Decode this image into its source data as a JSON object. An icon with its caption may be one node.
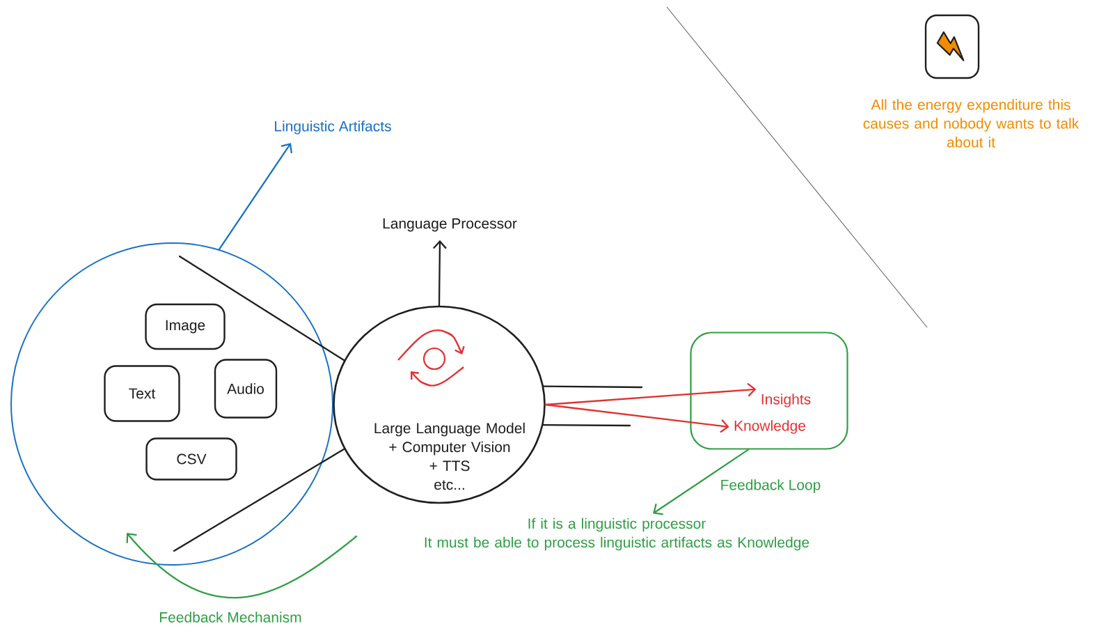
{
  "diagram": {
    "nodes": [
      {
        "text": [],
        "shape": "box",
        "beside": [
          "All the energy expenditure this causes and nobody wants to talk about it"
        ]
      },
      {
        "text": [
          "Linguistic Artifacts"
        ]
      },
      {
        "text": [
          "Language Processor"
        ]
      },
      {
        "text": [],
        "shape": "circle"
      },
      {
        "text": [
          "Image"
        ],
        "in": 3
      },
      {
        "text": [
          "Text"
        ],
        "in": 3
      },
      {
        "text": [
          "Audio"
        ],
        "in": 3
      },
      {
        "text": [
          "CSV"
        ],
        "in": 3
      },
      {
        "text": [
          "Large Language Model + Computer Vision + TTS etc..."
        ]
      },
      {
        "text": [],
        "shape": "box"
      },
      {
        "text": [
          "Insights"
        ],
        "in": 9
      },
      {
        "text": [
          "Knowledge"
        ],
        "in": 9
      },
      {
        "text": [
          "If it is a linguistic processor It must be able to process linguistic artifacts as Knowledge"
        ]
      }
    ],
    "edges": [
      {
        "from": 3,
        "to": 1,
        "arrow": "to",
        "color": "#1971c2"
      },
      {
        "from": 8,
        "to": 2,
        "arrow": "to"
      },
      {
        "from": 3,
        "to": 8,
        "arrow": "none"
      },
      {
        "from": 3,
        "to": 8,
        "arrow": "none"
      },
      {
        "from": 8,
        "to": null,
        "arrow": "none"
      },
      {
        "from": 8,
        "to": null,
        "arrow": "none"
      },
      {
        "from": 8,
        "to": 10,
        "arrow": "to",
        "color": "#e03131"
      },
      {
        "from": 8,
        "to": 11,
        "arrow": "to",
        "color": "#e03131"
      },
      {
        "from": 9,
        "to": 12,
        "arrow": "to",
        "label": "Feedback Loop",
        "color": "#2f9e44"
      },
      {
        "from": null,
        "to": 3,
        "arrow": "to",
        "label": "Feedback Mechanism",
        "color": "#2f9e44"
      }
    ]
  }
}
